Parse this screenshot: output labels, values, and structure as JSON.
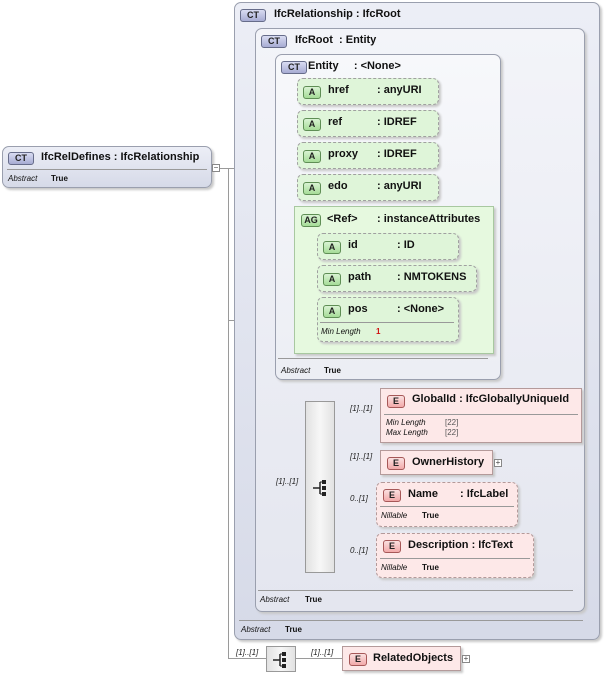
{
  "badges": {
    "ct": "CT",
    "a": "A",
    "ag": "AG",
    "e": "E"
  },
  "ifcRelDefines": {
    "name": "IfcRelDefines",
    "type": ": IfcRelationship",
    "abstract_label": "Abstract",
    "abstract_value": "True"
  },
  "ifcRelationship": {
    "name": "IfcRelationship",
    "type": ": IfcRoot",
    "abstract_label": "Abstract",
    "abstract_value": "True"
  },
  "ifcRoot": {
    "name": "IfcRoot",
    "type": ": Entity",
    "abstract_label": "Abstract",
    "abstract_value": "True"
  },
  "entity": {
    "name": "Entity",
    "type": ": <None>",
    "abstract_label": "Abstract",
    "abstract_value": "True"
  },
  "attributes": [
    {
      "name": "href",
      "type": ": anyURI"
    },
    {
      "name": "ref",
      "type": ": IDREF"
    },
    {
      "name": "proxy",
      "type": ": IDREF"
    },
    {
      "name": "edo",
      "type": ": anyURI"
    }
  ],
  "attributeGroup": {
    "name": "<Ref>",
    "type": ": instanceAttributes"
  },
  "groupAttributes": [
    {
      "name": "id",
      "type": ": ID"
    },
    {
      "name": "path",
      "type": ": NMTOKENS"
    },
    {
      "name": "pos",
      "type": ": <None>",
      "facet_label": "Min Length",
      "facet_value": "1"
    }
  ],
  "elements": {
    "globalId": {
      "name": "GlobalId",
      "type": ": IfcGloballyUniqueId",
      "occurrence": "[1]..[1]",
      "min_label": "Min Length",
      "min_value": "[22]",
      "max_label": "Max Length",
      "max_value": "[22]"
    },
    "ownerHistory": {
      "name": "OwnerHistory",
      "occurrence": "[1]..[1]"
    },
    "name": {
      "name": "Name",
      "type": ": IfcLabel",
      "occurrence": "0..[1]",
      "nillable_label": "Nillable",
      "nillable_value": "True"
    },
    "description": {
      "name": "Description",
      "type": ": IfcText",
      "occurrence": "0..[1]",
      "nillable_label": "Nillable",
      "nillable_value": "True"
    },
    "relatedObjects": {
      "name": "RelatedObjects",
      "occurrence": "[1]..[1]"
    }
  },
  "sequence_occurrence": "[1]..[1]",
  "bottom_sequence_occurrence": "[1]..[1]",
  "expand_symbol": "+",
  "collapse_symbol": "−"
}
